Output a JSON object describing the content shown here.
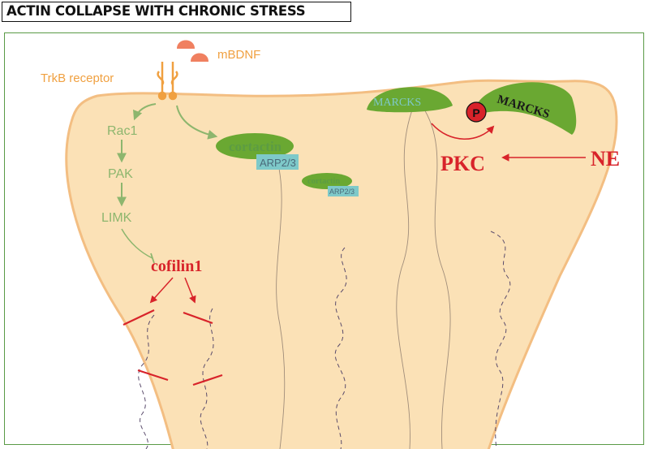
{
  "title": "ACTIN COLLAPSE WITH CHRONIC STRESS",
  "labels": {
    "mbdnf": "mBDNF",
    "trkb": "TrkB receptor",
    "rac1": "Rac1",
    "pak": "PAK",
    "limk": "LIMK",
    "cofilin": "cofilin1",
    "cortactin_large": "cortactin",
    "arp_large": "ARP2/3",
    "cortactin_small": "cortactin",
    "arp_small": "ARP2/3",
    "marcks_left": "MARCKS",
    "marcks_right": "MARCKS",
    "phospho": "P",
    "pkc": "PKC",
    "ne": "NE"
  },
  "colors": {
    "cell_fill": "#fbe1b6",
    "cell_outline": "#f3be82",
    "frame": "#5a9a46",
    "green_blob": "#6aa832",
    "pathway_green": "#8db66e",
    "orange": "#f0a040",
    "salmon": "#f08060",
    "red": "#d8232a",
    "arp_box": "#7ec9c9"
  }
}
